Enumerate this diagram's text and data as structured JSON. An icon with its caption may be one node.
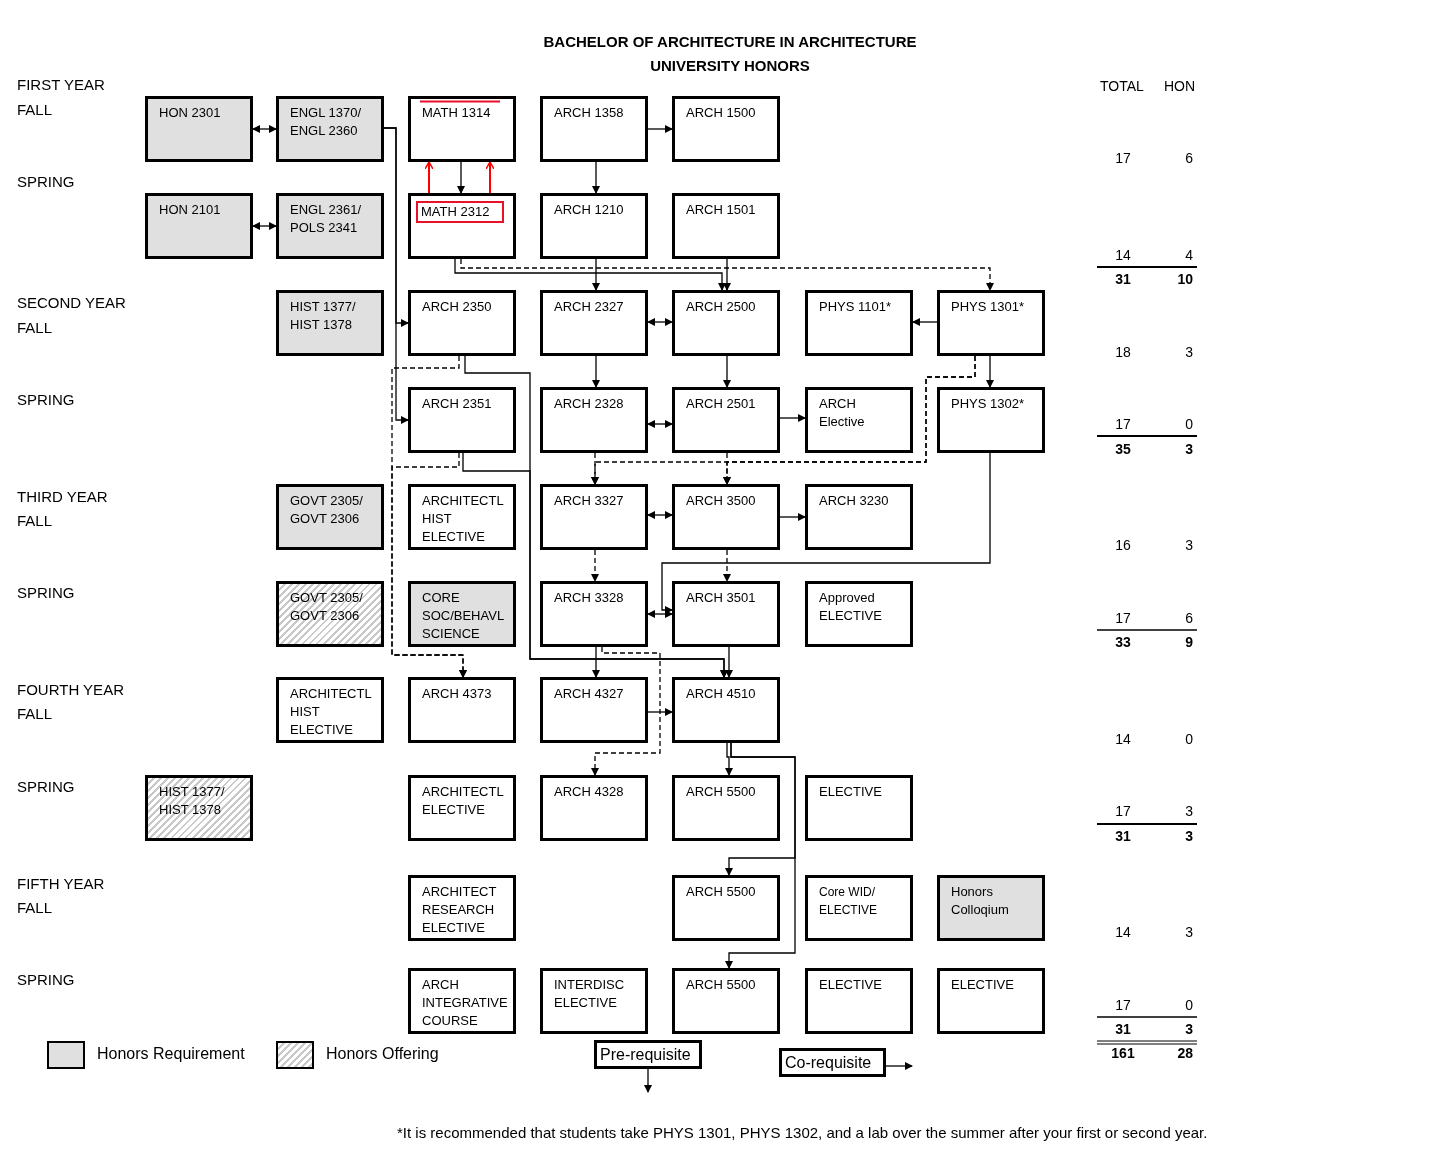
{
  "diagram": {
    "title": "BACHELOR OF ARCHITECTURE IN ARCHITECTURE UNIVERSITY HONORS",
    "nodes": [
      {
        "text": [
          "HON 2301"
        ]
      },
      {
        "text": [
          "ENGL 1370/ ENGL 2360"
        ]
      },
      {
        "text": [
          "MATH 1314"
        ]
      },
      {
        "text": [
          "ARCH 1358"
        ]
      },
      {
        "text": [
          "ARCH 1500"
        ]
      },
      {
        "text": [
          "HON 2101"
        ]
      },
      {
        "text": [
          "ENGL 2361/ POLS 2341"
        ]
      },
      {
        "text": [
          "MATH 2312"
        ]
      },
      {
        "text": [
          "ARCH 1210"
        ]
      },
      {
        "text": [
          "ARCH 1501"
        ]
      },
      {
        "text": [
          "HIST 1377/ HIST 1378"
        ]
      },
      {
        "text": [
          "ARCH 2350"
        ]
      },
      {
        "text": [
          "ARCH 2327"
        ]
      },
      {
        "text": [
          "ARCH 2500"
        ]
      },
      {
        "text": [
          "PHYS 1101*"
        ]
      },
      {
        "text": [
          "PHYS 1301*"
        ]
      },
      {
        "text": [
          "ARCH 2351"
        ]
      },
      {
        "text": [
          "ARCH 2328"
        ]
      },
      {
        "text": [
          "ARCH 2501"
        ]
      },
      {
        "text": [
          "ARCH Elective"
        ]
      },
      {
        "text": [
          "PHYS 1302*"
        ]
      },
      {
        "text": [
          "GOVT 2305/ GOVT 2306"
        ]
      },
      {
        "text": [
          "ARCHITECTL HIST ELECTIVE"
        ]
      },
      {
        "text": [
          "ARCH 3327"
        ]
      },
      {
        "text": [
          "ARCH 3500"
        ]
      },
      {
        "text": [
          "ARCH 3230"
        ]
      },
      {
        "text": [
          "GOVT 2305/ GOVT 2306"
        ]
      },
      {
        "text": [
          "CORE SOC/BEHAVL SCIENCE"
        ]
      },
      {
        "text": [
          "ARCH 3328"
        ]
      },
      {
        "text": [
          "ARCH 3501"
        ]
      },
      {
        "text": [
          "Approved ELECTIVE"
        ]
      },
      {
        "text": [
          "ARCHITECTL HIST ELECTIVE"
        ]
      },
      {
        "text": [
          "ARCH 4373"
        ]
      },
      {
        "text": [
          "ARCH 4327"
        ]
      },
      {
        "text": [
          "ARCH 4510"
        ]
      },
      {
        "text": [
          "HIST 1377/ HIST 1378"
        ]
      },
      {
        "text": [
          "ARCHITECTL ELECTIVE"
        ]
      },
      {
        "text": [
          "ARCH 4328"
        ]
      },
      {
        "text": [
          "ARCH 5500"
        ]
      },
      {
        "text": [
          "ELECTIVE"
        ]
      },
      {
        "text": [
          "ARCHITECT RESEARCH ELECTIVE"
        ]
      },
      {
        "text": [
          "ARCH 5500"
        ]
      },
      {
        "text": [
          "Core WID/ ELECTIVE"
        ]
      },
      {
        "text": [
          "Honors Colloqium"
        ]
      },
      {
        "text": [
          "ARCH INTEGRATIVE COURSE"
        ]
      },
      {
        "text": [
          "INTERDISC ELECTIVE"
        ]
      },
      {
        "text": [
          "ARCH 5500"
        ]
      },
      {
        "text": [
          "ELECTIVE"
        ]
      },
      {
        "text": [
          "ELECTIVE"
        ]
      },
      {
        "text": [
          "Pre-requisite"
        ]
      },
      {
        "text": [
          "Co-requisite"
        ]
      }
    ],
    "edges": [
      {
        "from": 0,
        "to": 1,
        "arrow": "both"
      },
      {
        "from": 5,
        "to": 6,
        "arrow": "both"
      },
      {
        "from": 1,
        "to": 11,
        "arrow": "to"
      },
      {
        "from": 1,
        "to": 16,
        "arrow": "to"
      },
      {
        "from": 2,
        "to": 7,
        "arrow": "to"
      },
      {
        "from": 7,
        "to": 2,
        "arrow": "to",
        "color": "#ff0000"
      },
      {
        "from": 7,
        "to": 2,
        "arrow": "to",
        "color": "#ff0000"
      },
      {
        "from": 3,
        "to": 4,
        "arrow": "to"
      },
      {
        "from": 3,
        "to": 8,
        "arrow": "to"
      },
      {
        "from": 8,
        "to": 12,
        "arrow": "to"
      },
      {
        "from": 9,
        "to": 13,
        "arrow": "to"
      },
      {
        "from": 7,
        "to": 13,
        "arrow": "to"
      },
      {
        "from": 7,
        "to": 15,
        "arrow": "to",
        "style": "dashed"
      },
      {
        "from": 12,
        "to": 13,
        "arrow": "both"
      },
      {
        "from": 15,
        "to": 14,
        "arrow": "to"
      },
      {
        "from": 15,
        "to": 20,
        "arrow": "to"
      },
      {
        "from": 12,
        "to": 17,
        "arrow": "to"
      },
      {
        "from": 13,
        "to": 18,
        "arrow": "to"
      },
      {
        "from": 17,
        "to": 18,
        "arrow": "both"
      },
      {
        "from": 18,
        "to": 19,
        "arrow": "to"
      },
      {
        "from": 11,
        "to": 32,
        "arrow": "to",
        "style": "dashed"
      },
      {
        "from": 11,
        "to": 34,
        "arrow": "to"
      },
      {
        "from": 16,
        "to": 32,
        "arrow": "to",
        "style": "dashed"
      },
      {
        "from": 16,
        "to": 34,
        "arrow": "to"
      },
      {
        "from": 15,
        "to": 23,
        "arrow": "to",
        "style": "dashed"
      },
      {
        "from": 15,
        "to": 24,
        "arrow": "to",
        "style": "dashed"
      },
      {
        "from": 17,
        "to": 23,
        "arrow": "to",
        "style": "dashed"
      },
      {
        "from": 18,
        "to": 24,
        "arrow": "to",
        "style": "dashed"
      },
      {
        "from": 23,
        "to": 24,
        "arrow": "both"
      },
      {
        "from": 24,
        "to": 25,
        "arrow": "to"
      },
      {
        "from": 23,
        "to": 28,
        "arrow": "to",
        "style": "dashed"
      },
      {
        "from": 24,
        "to": 29,
        "arrow": "to",
        "style": "dashed"
      },
      {
        "from": 20,
        "to": 29,
        "arrow": "to"
      },
      {
        "from": 28,
        "to": 29,
        "arrow": "both"
      },
      {
        "from": 28,
        "to": 33,
        "arrow": "to"
      },
      {
        "from": 29,
        "to": 34,
        "arrow": "to"
      },
      {
        "from": 28,
        "to": 37,
        "arrow": "to",
        "style": "dashed"
      },
      {
        "from": 33,
        "to": 34,
        "arrow": "to"
      },
      {
        "from": 34,
        "to": 38,
        "arrow": "to"
      },
      {
        "from": 34,
        "to": 41,
        "arrow": "to"
      },
      {
        "from": 34,
        "to": 46,
        "arrow": "to"
      },
      {
        "from": 49,
        "to": null,
        "arrow": "to"
      },
      {
        "from": 50,
        "to": null,
        "arrow": "to"
      }
    ],
    "labels": [
      "FIRST YEAR",
      "FALL",
      "SPRING",
      "SECOND YEAR",
      "FALL",
      "SPRING",
      "THIRD YEAR",
      "FALL",
      "SPRING",
      "FOURTH YEAR",
      "FALL",
      "SPRING",
      "FIFTH YEAR",
      "FALL",
      "SPRING",
      "TOTAL",
      "HON",
      "17",
      "6",
      "14",
      "4",
      "31",
      "10",
      "18",
      "3",
      "17",
      "0",
      "35",
      "3",
      "16",
      "3",
      "17",
      "6",
      "33",
      "9",
      "14",
      "0",
      "17",
      "3",
      "31",
      "3",
      "14",
      "3",
      "17",
      "0",
      "31",
      "3",
      "161",
      "28",
      "*It is recommended that students take PHYS 1301, PHYS 1302, and a lab over the summer after your first or second year."
    ],
    "legend": [
      {
        "text": "Honors Requirement",
        "color": "#e0e0e0"
      },
      {
        "text": "Honors Offering"
      }
    ]
  }
}
